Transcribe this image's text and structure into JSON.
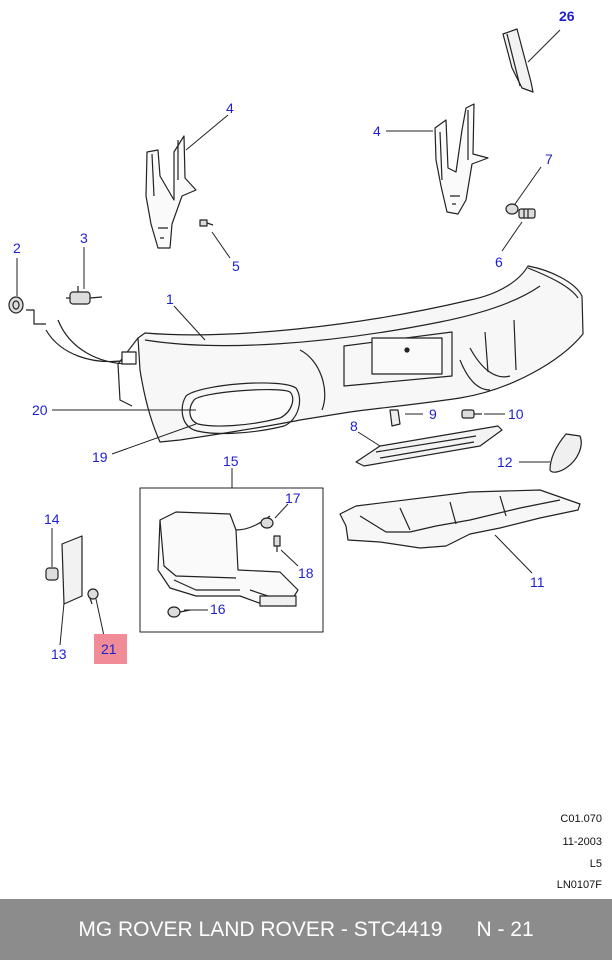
{
  "callouts": {
    "c1": "1",
    "c2": "2",
    "c3": "3",
    "c4a": "4",
    "c4b": "4",
    "c5": "5",
    "c6": "6",
    "c7": "7",
    "c8": "8",
    "c9": "9",
    "c10": "10",
    "c11": "11",
    "c12": "12",
    "c13": "13",
    "c14": "14",
    "c15": "15",
    "c16": "16",
    "c17": "17",
    "c18": "18",
    "c19": "19",
    "c20": "20",
    "c21": "21",
    "c26": "26"
  },
  "highlight_color": "#f08c98",
  "callout_color": "#1f1fd0",
  "meta": {
    "code": "C01.070",
    "date": "11-2003",
    "level": "L5",
    "ref": "LN0107F"
  },
  "footer": {
    "title": "MG ROVER LAND ROVER - STC4419",
    "page": "N - 21"
  }
}
